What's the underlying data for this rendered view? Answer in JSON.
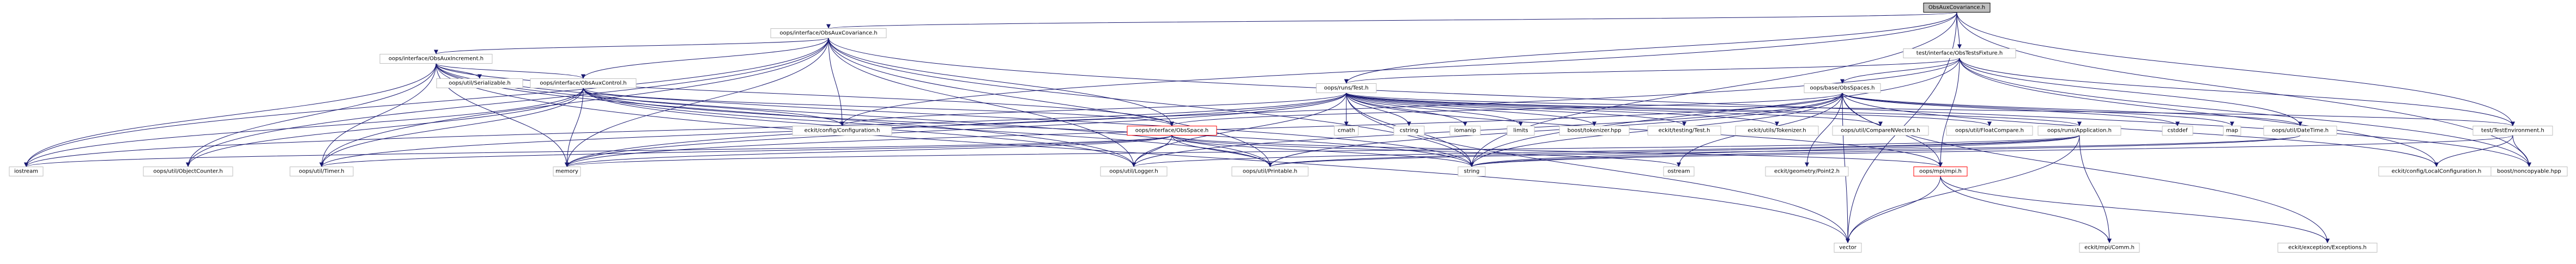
{
  "graph": {
    "colors": {
      "edge": "#191970",
      "node_border": "#bfbfbf",
      "root_fill": "#bfbfbf",
      "highlight_border": "#ff0000",
      "background": "#ffffff"
    },
    "nodes": [
      {
        "id": "root",
        "label": "ObsAuxCovariance.h",
        "style": "root"
      },
      {
        "id": "oi_cov",
        "label": "oops/interface/ObsAuxCovariance.h",
        "style": "normal"
      },
      {
        "id": "tif",
        "label": "test/interface/ObsTestsFixture.h",
        "style": "normal"
      },
      {
        "id": "oi_incr",
        "label": "oops/interface/ObsAuxIncrement.h",
        "style": "normal"
      },
      {
        "id": "oi_ctrl",
        "label": "oops/interface/ObsAuxControl.h",
        "style": "normal"
      },
      {
        "id": "serializable",
        "label": "oops/util/Serializable.h",
        "style": "normal"
      },
      {
        "id": "runs_test",
        "label": "oops/runs/Test.h",
        "style": "normal"
      },
      {
        "id": "base_obsspaces",
        "label": "oops/base/ObsSpaces.h",
        "style": "normal"
      },
      {
        "id": "eckit_conf",
        "label": "eckit/config/Configuration.h",
        "style": "normal"
      },
      {
        "id": "oi_obsspace",
        "label": "oops/interface/ObsSpace.h",
        "style": "red"
      },
      {
        "id": "cmath",
        "label": "cmath",
        "style": "normal"
      },
      {
        "id": "cstring",
        "label": "cstring",
        "style": "normal"
      },
      {
        "id": "iomanip",
        "label": "iomanip",
        "style": "normal"
      },
      {
        "id": "limits",
        "label": "limits",
        "style": "normal"
      },
      {
        "id": "boost_tok",
        "label": "boost/tokenizer.hpp",
        "style": "normal"
      },
      {
        "id": "eckit_test",
        "label": "eckit/testing/Test.h",
        "style": "normal"
      },
      {
        "id": "eckit_tok",
        "label": "eckit/utils/Tokenizer.h",
        "style": "normal"
      },
      {
        "id": "compareN",
        "label": "oops/util/CompareNVectors.h",
        "style": "normal"
      },
      {
        "id": "floatcmp",
        "label": "oops/util/FloatCompare.h",
        "style": "normal"
      },
      {
        "id": "app",
        "label": "oops/runs/Application.h",
        "style": "normal"
      },
      {
        "id": "cstddef",
        "label": "cstddef",
        "style": "normal"
      },
      {
        "id": "map",
        "label": "map",
        "style": "normal"
      },
      {
        "id": "datetime",
        "label": "oops/util/DateTime.h",
        "style": "normal"
      },
      {
        "id": "testenv",
        "label": "test/TestEnvironment.h",
        "style": "normal"
      },
      {
        "id": "iostream",
        "label": "iostream",
        "style": "normal"
      },
      {
        "id": "objcounter",
        "label": "oops/util/ObjectCounter.h",
        "style": "normal"
      },
      {
        "id": "timer",
        "label": "oops/util/Timer.h",
        "style": "normal"
      },
      {
        "id": "memory",
        "label": "memory",
        "style": "normal"
      },
      {
        "id": "logger",
        "label": "oops/util/Logger.h",
        "style": "normal"
      },
      {
        "id": "printable",
        "label": "oops/util/Printable.h",
        "style": "normal"
      },
      {
        "id": "string",
        "label": "string",
        "style": "normal"
      },
      {
        "id": "ostream",
        "label": "ostream",
        "style": "normal"
      },
      {
        "id": "point2",
        "label": "eckit/geometry/Point2.h",
        "style": "normal"
      },
      {
        "id": "mpi",
        "label": "oops/mpi/mpi.h",
        "style": "red"
      },
      {
        "id": "localconf",
        "label": "eckit/config/LocalConfiguration.h",
        "style": "normal"
      },
      {
        "id": "noncopy",
        "label": "boost/noncopyable.hpp",
        "style": "normal"
      },
      {
        "id": "vector",
        "label": "vector",
        "style": "normal"
      },
      {
        "id": "comm",
        "label": "eckit/mpi/Comm.h",
        "style": "normal"
      },
      {
        "id": "exceptions",
        "label": "eckit/exception/Exceptions.h",
        "style": "normal"
      }
    ],
    "edges": [
      [
        "root",
        "oi_cov"
      ],
      [
        "root",
        "tif"
      ],
      [
        "root",
        "runs_test"
      ],
      [
        "root",
        "testenv"
      ],
      [
        "root",
        "eckit_conf"
      ],
      [
        "root",
        "string"
      ],
      [
        "root",
        "vector"
      ],
      [
        "root",
        "noncopy"
      ],
      [
        "oi_cov",
        "oi_incr"
      ],
      [
        "oi_cov",
        "oi_ctrl"
      ],
      [
        "oi_cov",
        "oi_obsspace"
      ],
      [
        "oi_cov",
        "eckit_conf"
      ],
      [
        "oi_cov",
        "iostream"
      ],
      [
        "oi_cov",
        "objcounter"
      ],
      [
        "oi_cov",
        "timer"
      ],
      [
        "oi_cov",
        "memory"
      ],
      [
        "oi_cov",
        "logger"
      ],
      [
        "oi_cov",
        "printable"
      ],
      [
        "oi_cov",
        "string"
      ],
      [
        "oi_cov",
        "noncopy"
      ],
      [
        "oi_incr",
        "oi_ctrl"
      ],
      [
        "oi_incr",
        "serializable"
      ],
      [
        "oi_incr",
        "oi_obsspace"
      ],
      [
        "oi_incr",
        "iostream"
      ],
      [
        "oi_incr",
        "objcounter"
      ],
      [
        "oi_incr",
        "timer"
      ],
      [
        "oi_incr",
        "memory"
      ],
      [
        "oi_incr",
        "logger"
      ],
      [
        "oi_incr",
        "printable"
      ],
      [
        "oi_incr",
        "string"
      ],
      [
        "oi_incr",
        "vector"
      ],
      [
        "oi_ctrl",
        "eckit_conf"
      ],
      [
        "oi_ctrl",
        "oi_obsspace"
      ],
      [
        "oi_ctrl",
        "iostream"
      ],
      [
        "oi_ctrl",
        "objcounter"
      ],
      [
        "oi_ctrl",
        "timer"
      ],
      [
        "oi_ctrl",
        "memory"
      ],
      [
        "oi_ctrl",
        "logger"
      ],
      [
        "oi_ctrl",
        "printable"
      ],
      [
        "oi_ctrl",
        "string"
      ],
      [
        "tif",
        "runs_test"
      ],
      [
        "tif",
        "base_obsspaces"
      ],
      [
        "tif",
        "testenv"
      ],
      [
        "tif",
        "datetime"
      ],
      [
        "tif",
        "localconf"
      ],
      [
        "tif",
        "noncopy"
      ],
      [
        "tif",
        "memory"
      ],
      [
        "tif",
        "string"
      ],
      [
        "tif",
        "mpi"
      ],
      [
        "runs_test",
        "cmath"
      ],
      [
        "runs_test",
        "cstring"
      ],
      [
        "runs_test",
        "iomanip"
      ],
      [
        "runs_test",
        "limits"
      ],
      [
        "runs_test",
        "boost_tok"
      ],
      [
        "runs_test",
        "eckit_test"
      ],
      [
        "runs_test",
        "eckit_tok"
      ],
      [
        "runs_test",
        "compareN"
      ],
      [
        "runs_test",
        "floatcmp"
      ],
      [
        "runs_test",
        "app"
      ],
      [
        "runs_test",
        "testenv"
      ],
      [
        "runs_test",
        "eckit_conf"
      ],
      [
        "runs_test",
        "iostream"
      ],
      [
        "runs_test",
        "timer"
      ],
      [
        "runs_test",
        "memory"
      ],
      [
        "runs_test",
        "logger"
      ],
      [
        "runs_test",
        "string"
      ],
      [
        "runs_test",
        "vector"
      ],
      [
        "runs_test",
        "mpi"
      ],
      [
        "base_obsspaces",
        "cstddef"
      ],
      [
        "base_obsspaces",
        "map"
      ],
      [
        "base_obsspaces",
        "datetime"
      ],
      [
        "base_obsspaces",
        "oi_obsspace"
      ],
      [
        "base_obsspaces",
        "localconf"
      ],
      [
        "base_obsspaces",
        "exceptions"
      ],
      [
        "base_obsspaces",
        "mpi"
      ],
      [
        "base_obsspaces",
        "memory"
      ],
      [
        "base_obsspaces",
        "logger"
      ],
      [
        "base_obsspaces",
        "printable"
      ],
      [
        "base_obsspaces",
        "string"
      ],
      [
        "base_obsspaces",
        "vector"
      ],
      [
        "base_obsspaces",
        "ostream"
      ],
      [
        "base_obsspaces",
        "point2"
      ],
      [
        "oi_obsspace",
        "memory"
      ],
      [
        "oi_obsspace",
        "logger"
      ],
      [
        "oi_obsspace",
        "printable"
      ],
      [
        "oi_obsspace",
        "string"
      ],
      [
        "oi_obsspace",
        "timer"
      ],
      [
        "oi_obsspace",
        "ostream"
      ],
      [
        "oi_obsspace",
        "iostream"
      ],
      [
        "oi_obsspace",
        "mpi"
      ],
      [
        "app",
        "memory"
      ],
      [
        "app",
        "logger"
      ],
      [
        "app",
        "printable"
      ],
      [
        "app",
        "string"
      ],
      [
        "app",
        "vector"
      ],
      [
        "app",
        "comm"
      ],
      [
        "datetime",
        "string"
      ],
      [
        "datetime",
        "printable"
      ],
      [
        "testenv",
        "localconf"
      ],
      [
        "testenv",
        "noncopy"
      ],
      [
        "testenv",
        "string"
      ],
      [
        "mpi",
        "vector"
      ],
      [
        "mpi",
        "comm"
      ],
      [
        "mpi",
        "exceptions"
      ]
    ]
  }
}
